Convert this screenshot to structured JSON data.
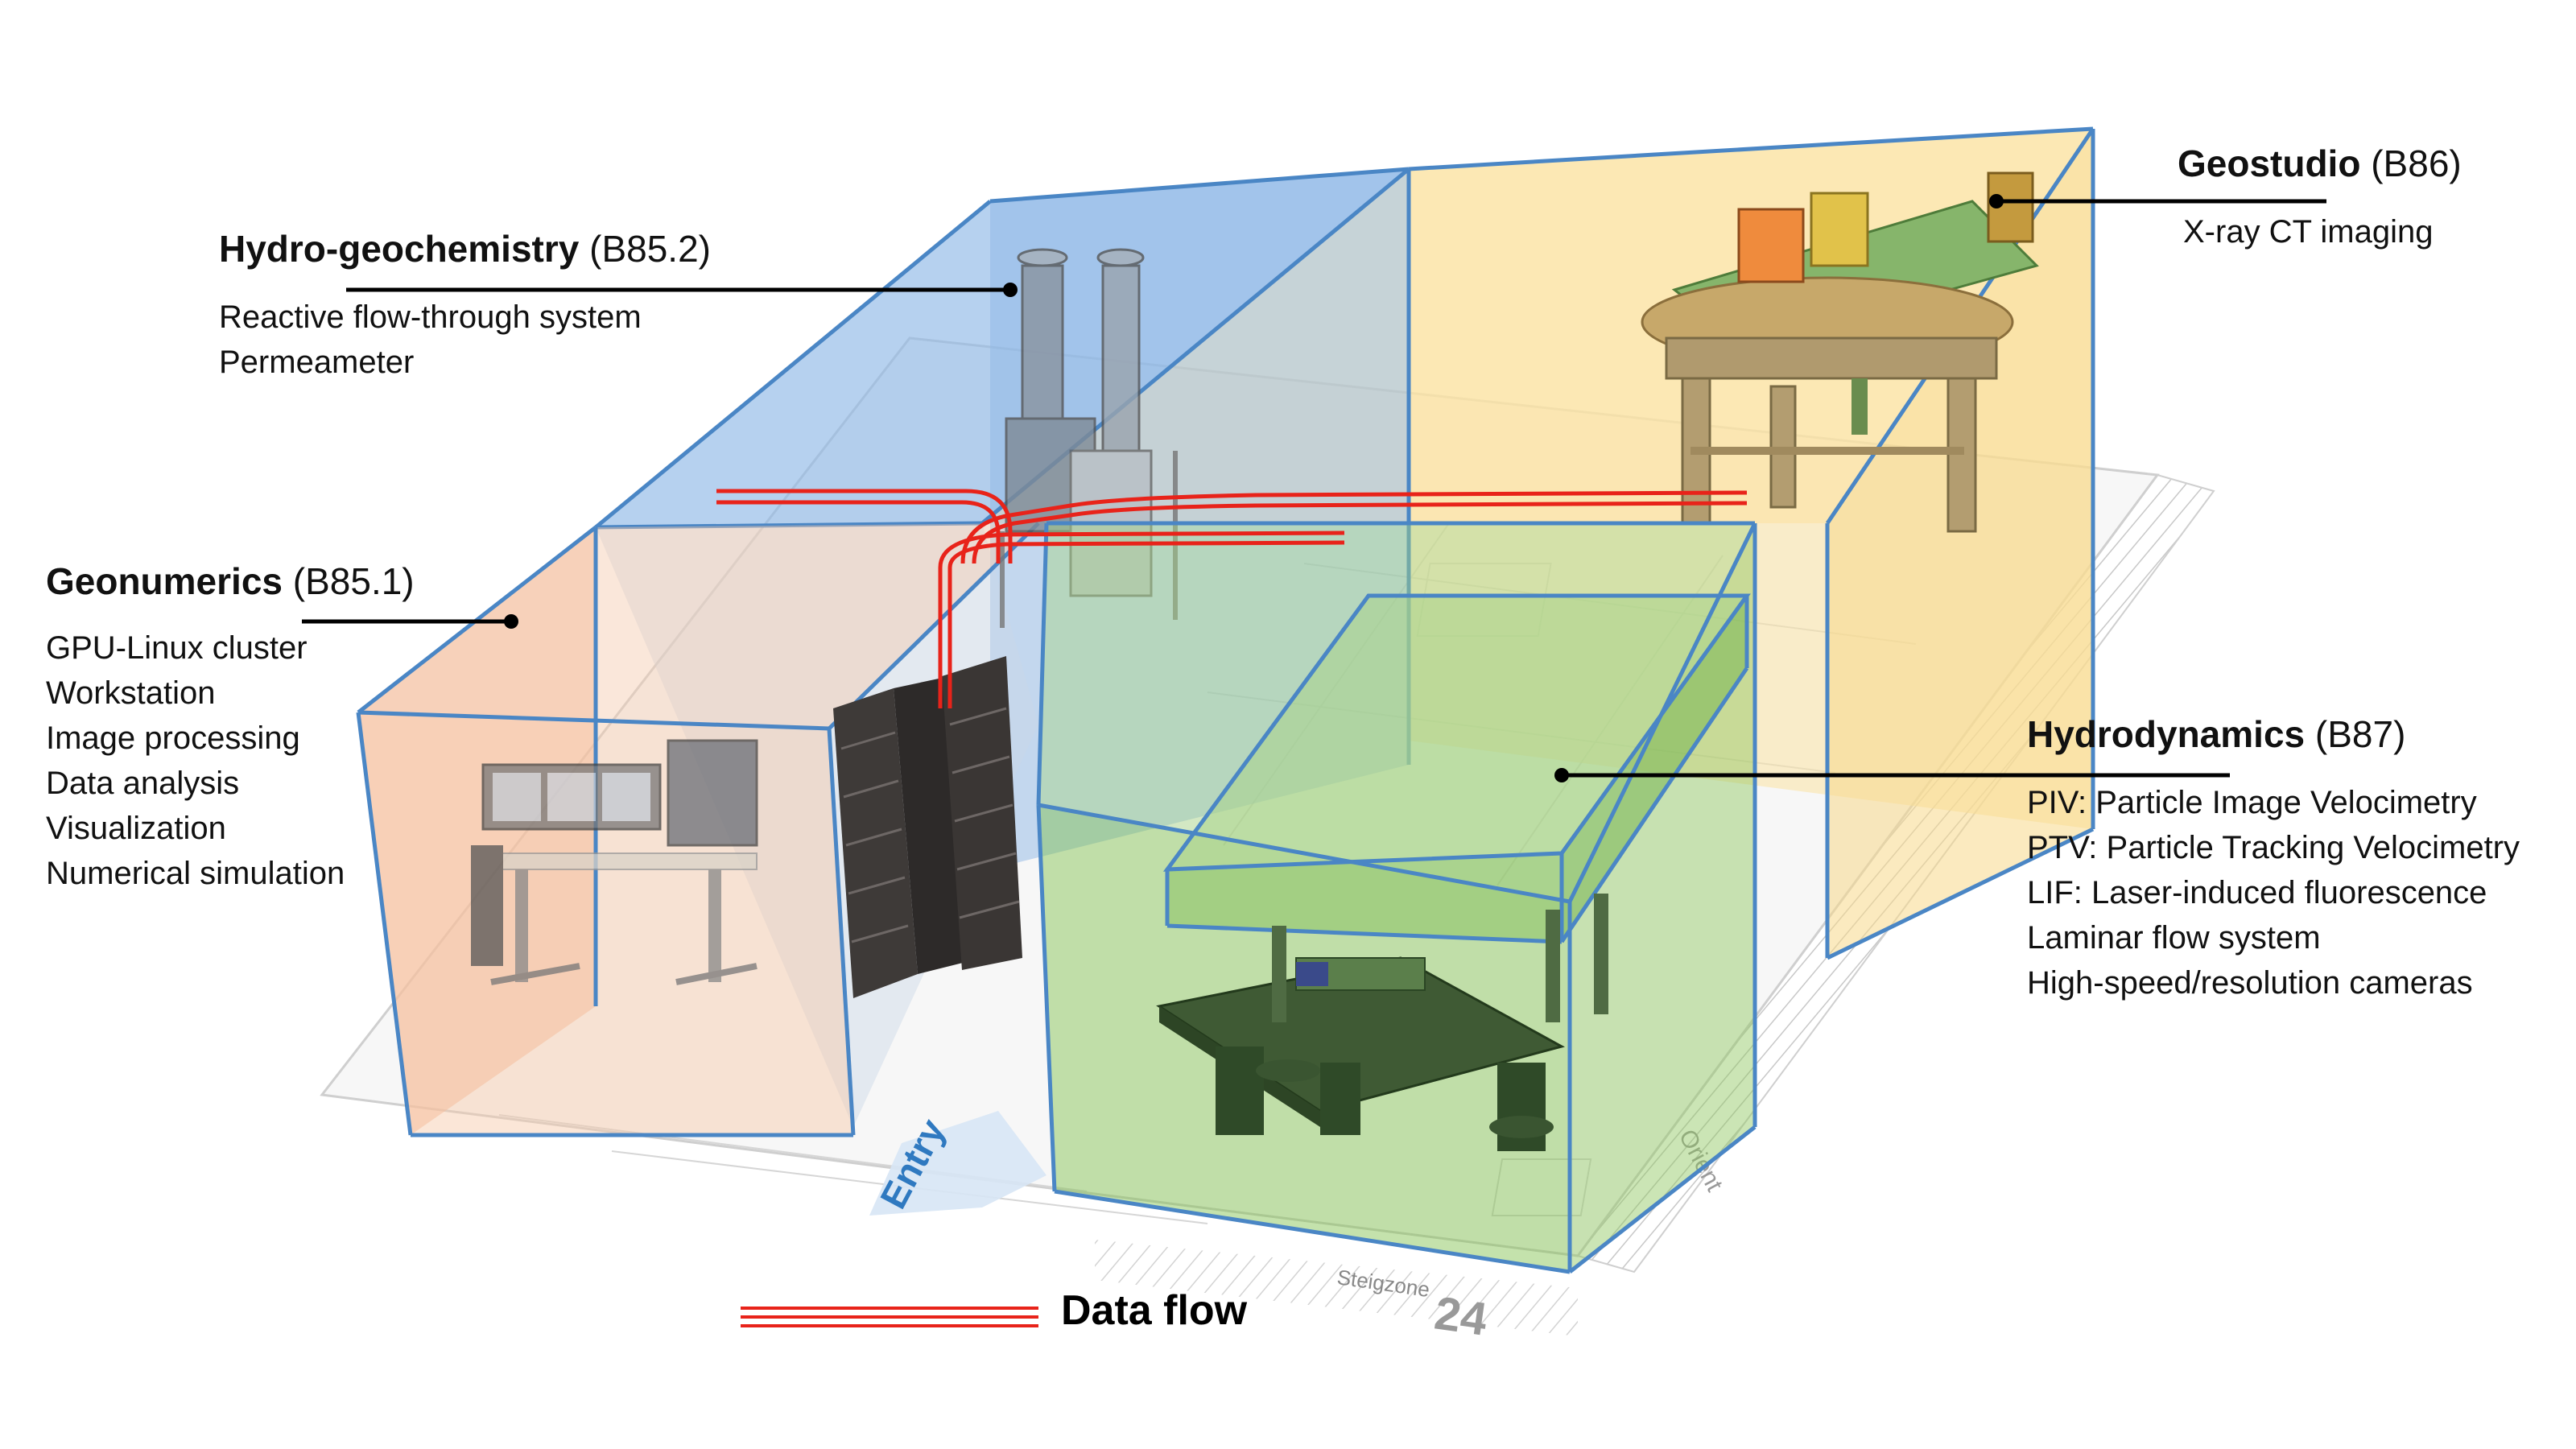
{
  "labs": {
    "hydro_geochemistry": {
      "name": "Hydro-geochemistry",
      "code": "(B85.2)",
      "items": [
        "Reactive flow-through system",
        "Permeameter"
      ]
    },
    "geonumerics": {
      "name": "Geonumerics",
      "code": "(B85.1)",
      "items": [
        "GPU-Linux cluster",
        "Workstation",
        "Image processing",
        "Data analysis",
        "Visualization",
        "Numerical simulation"
      ]
    },
    "geostudio": {
      "name": "Geostudio",
      "code": "(B86)",
      "items": [
        "X-ray CT imaging"
      ]
    },
    "hydrodynamics": {
      "name": "Hydrodynamics",
      "code": "(B87)",
      "items": [
        "PIV: Particle Image Velocimetry",
        "PTV: Particle Tracking Velocimetry",
        "LIF: Laser-induced fluorescence",
        "Laminar flow system",
        "High-speed/resolution cameras"
      ]
    }
  },
  "floorplan": {
    "entry_label": "Entry",
    "zone_label": "Steigzone",
    "zone_number": "24",
    "orient_label": "Orient"
  },
  "legend": {
    "data_flow_label": "Data flow"
  },
  "colors": {
    "blue_room": "#8fb8e6",
    "orange_room": "#f6c7a6",
    "yellow_room": "#fbe3a4",
    "green_room": "#9bd06c",
    "edge_blue": "#4a86c5",
    "data_flow_red": "#e8231a"
  }
}
